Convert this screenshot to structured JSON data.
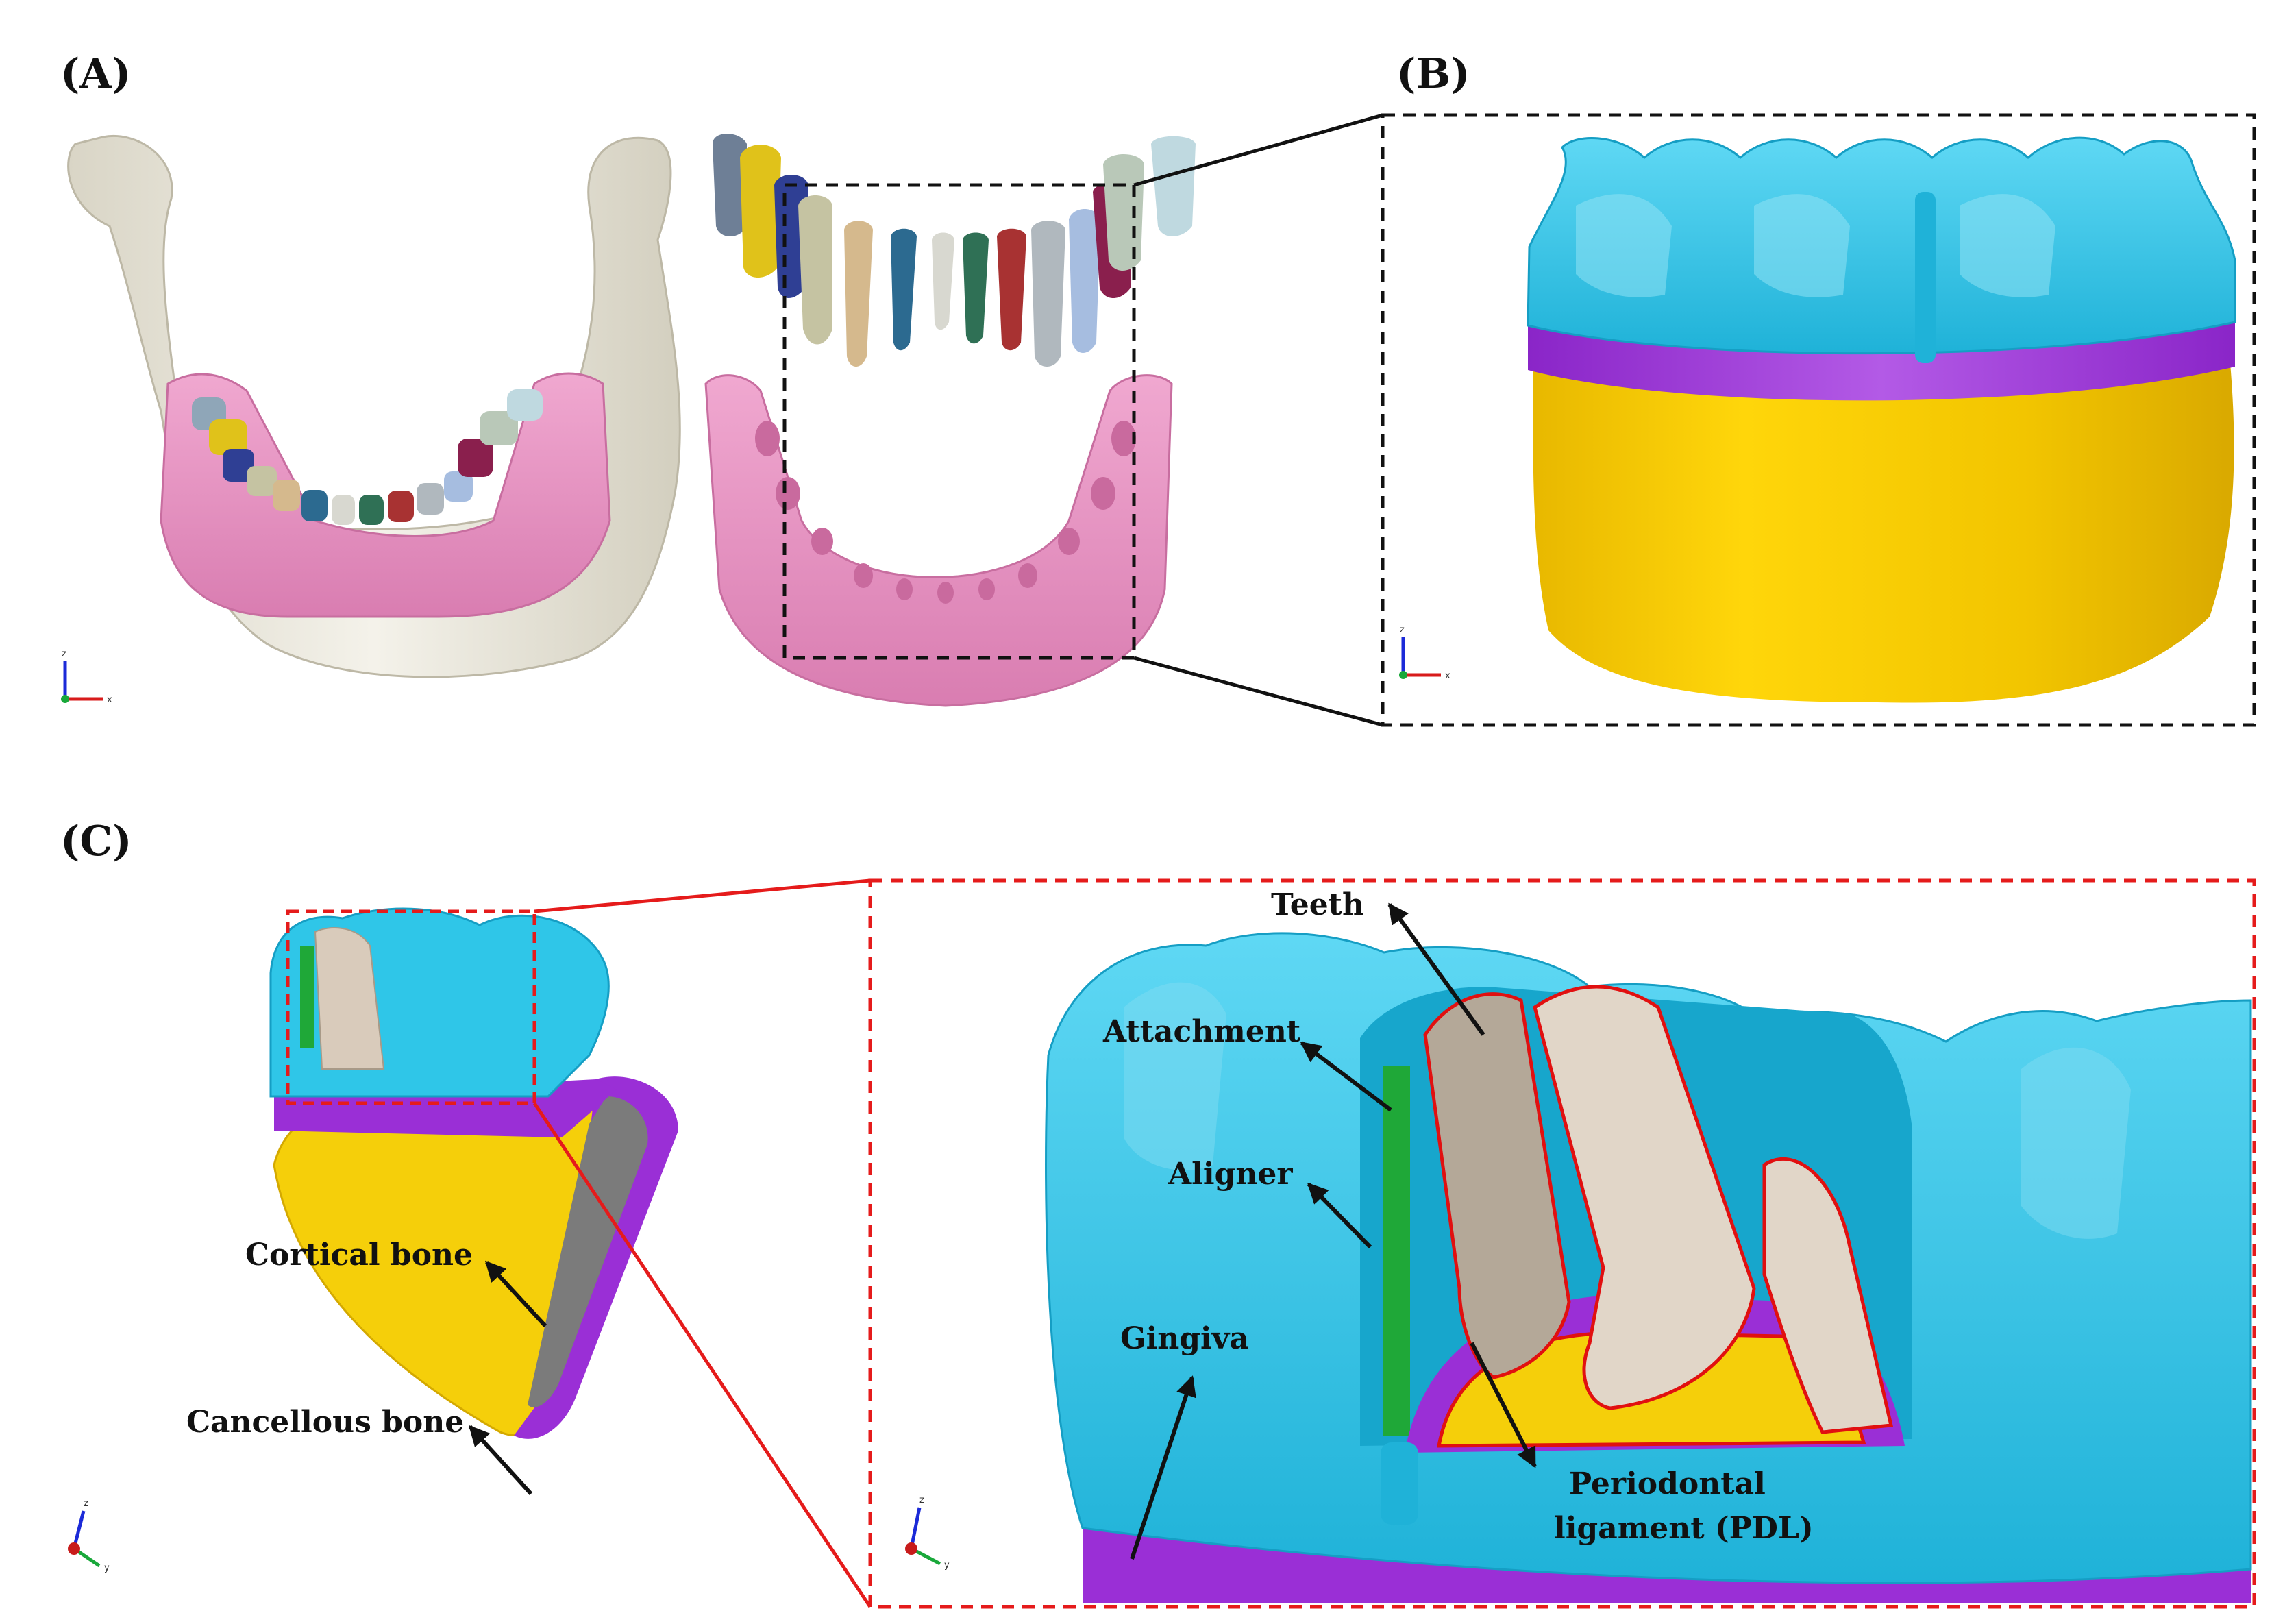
{
  "panels": {
    "a": {
      "label": "(A)"
    },
    "b": {
      "label": "(B)"
    },
    "c": {
      "label": "(C)"
    }
  },
  "callouts": {
    "teeth": "Teeth",
    "attachment": "Attachment",
    "aligner": "Aligner",
    "gingiva": "Gingiva",
    "pdl_line1": "Periodontal",
    "pdl_line2": "ligament (PDL)",
    "cortical": "Cortical bone",
    "cancellous": "Cancellous bone"
  },
  "axes": {
    "z": "z",
    "x": "x",
    "y": "y"
  },
  "colors": {
    "bone_white": "#ece9dd",
    "gingiva_pink": "#e68fc0",
    "aligner_cyan": "#2fc6e8",
    "cortical_purple": "#9a2fd6",
    "cancellous_yellow": "#f5cf0a",
    "tooth_section": "#d9cbbb",
    "attachment_green": "#1fa838",
    "pdl_red": "#e11010",
    "zoom_black": "#111111",
    "zoom_red": "#e51b1b"
  }
}
